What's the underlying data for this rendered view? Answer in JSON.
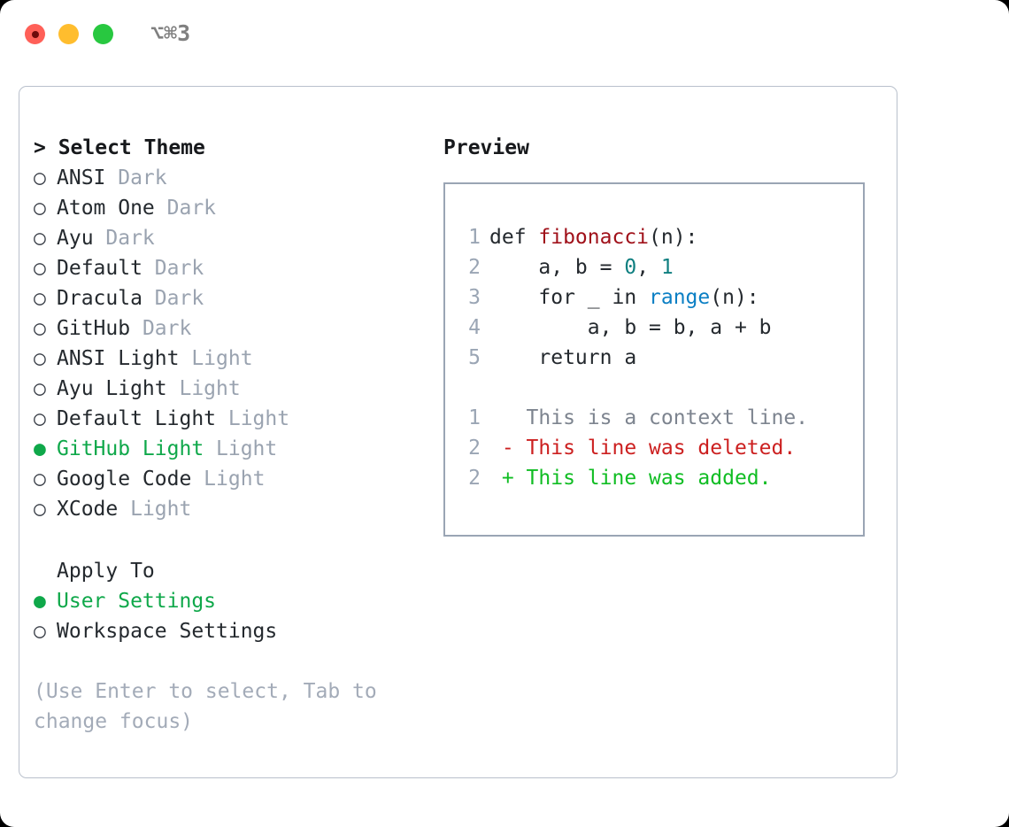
{
  "titlebar": {
    "shortcut": "⌥⌘3",
    "buttons": [
      {
        "name": "close",
        "color": "#ff6058"
      },
      {
        "name": "minimize",
        "color": "#ffbd2e"
      },
      {
        "name": "maximize",
        "color": "#28c840"
      }
    ]
  },
  "colors": {
    "accent_green": "#0fa84a",
    "muted": "#9aa3b0",
    "hint": "#a3abb8",
    "frame_border": "#b9c0cc",
    "preview_border": "#9aa5b4",
    "diff_add": "#10bd23",
    "diff_del": "#cc2020",
    "code_fn": "#a0111a",
    "code_num": "#0f7f80",
    "code_builtin": "#0b7fc4"
  },
  "theme_picker": {
    "header": "> Select Theme",
    "marker_unselected": "○",
    "marker_selected": "●",
    "items": [
      {
        "label": "ANSI",
        "variant": "Dark",
        "selected": false
      },
      {
        "label": "Atom One",
        "variant": "Dark",
        "selected": false
      },
      {
        "label": "Ayu",
        "variant": "Dark",
        "selected": false
      },
      {
        "label": "Default",
        "variant": "Dark",
        "selected": false
      },
      {
        "label": "Dracula",
        "variant": "Dark",
        "selected": false
      },
      {
        "label": "GitHub",
        "variant": "Dark",
        "selected": false
      },
      {
        "label": "ANSI Light",
        "variant": "Light",
        "selected": false
      },
      {
        "label": "Ayu Light",
        "variant": "Light",
        "selected": false
      },
      {
        "label": "Default Light",
        "variant": "Light",
        "selected": false
      },
      {
        "label": "GitHub Light",
        "variant": "Light",
        "selected": true
      },
      {
        "label": "Google Code",
        "variant": "Light",
        "selected": false
      },
      {
        "label": "XCode",
        "variant": "Light",
        "selected": false
      }
    ]
  },
  "apply_to": {
    "header": "Apply To",
    "items": [
      {
        "label": "User Settings",
        "selected": true
      },
      {
        "label": "Workspace Settings",
        "selected": false
      }
    ]
  },
  "hint": "(Use Enter to select, Tab to change focus)",
  "preview": {
    "title": "Preview",
    "code_lines": [
      {
        "n": "1",
        "parts": [
          {
            "t": "def ",
            "k": "plain"
          },
          {
            "t": "fibonacci",
            "k": "fn"
          },
          {
            "t": "(n):",
            "k": "plain"
          }
        ]
      },
      {
        "n": "2",
        "parts": [
          {
            "t": "    a, b = ",
            "k": "plain"
          },
          {
            "t": "0",
            "k": "num"
          },
          {
            "t": ", ",
            "k": "plain"
          },
          {
            "t": "1",
            "k": "num"
          }
        ]
      },
      {
        "n": "3",
        "parts": [
          {
            "t": "    for _ in ",
            "k": "plain"
          },
          {
            "t": "range",
            "k": "bi"
          },
          {
            "t": "(n):",
            "k": "plain"
          }
        ]
      },
      {
        "n": "4",
        "parts": [
          {
            "t": "        a, b = b, a + b",
            "k": "plain"
          }
        ]
      },
      {
        "n": "5",
        "parts": [
          {
            "t": "    return a",
            "k": "plain"
          }
        ]
      }
    ],
    "diff_lines": [
      {
        "n": "1",
        "sign": " ",
        "text": "This is a context line.",
        "kind": "ctx"
      },
      {
        "n": "2",
        "sign": "-",
        "text": "This line was deleted.",
        "kind": "del"
      },
      {
        "n": "2",
        "sign": "+",
        "text": "This line was added.",
        "kind": "add"
      }
    ]
  }
}
